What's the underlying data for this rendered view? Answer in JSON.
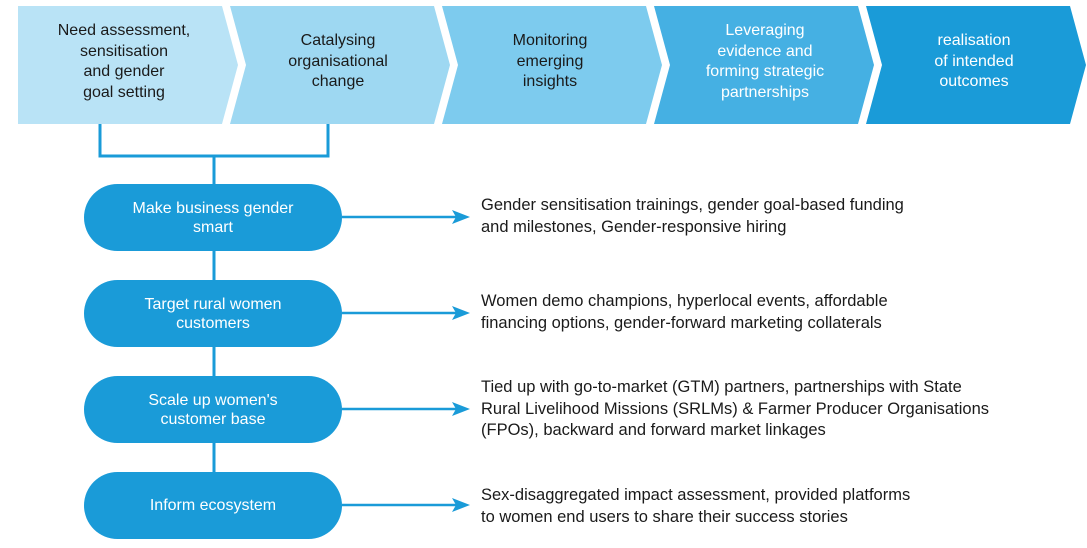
{
  "colors": {
    "stage_fills": [
      "#b9e3f6",
      "#9ed8f2",
      "#7dcbee",
      "#45b0e3",
      "#1a9bd8"
    ],
    "stage_text": [
      "#1a1a1a",
      "#1a1a1a",
      "#1a1a1a",
      "#ffffff",
      "#ffffff"
    ],
    "pill_fill": "#1a9bd8",
    "connector": "#1a9bd8"
  },
  "stages": [
    {
      "label": "Need assessment,\nsensitisation\nand gender\ngoal setting"
    },
    {
      "label": "Catalysing\norganisational\nchange"
    },
    {
      "label": "Monitoring\nemerging\ninsights"
    },
    {
      "label": "Leveraging\nevidence and\nforming strategic\npartnerships"
    },
    {
      "label": "realisation\nof intended\noutcomes"
    }
  ],
  "actions": [
    {
      "label": "Make business gender\nsmart",
      "description": "Gender sensitisation trainings, gender goal-based funding\nand milestones, Gender-responsive hiring"
    },
    {
      "label": "Target rural women\ncustomers",
      "description": "Women demo champions, hyperlocal events, affordable\nfinancing options, gender-forward marketing collaterals"
    },
    {
      "label": "Scale up women's\ncustomer base",
      "description": "Tied up with go-to-market (GTM) partners, partnerships with State\nRural Livelihood Missions (SRLMs) & Farmer Producer Organisations\n(FPOs), backward and forward market linkages"
    },
    {
      "label": "Inform ecosystem",
      "description": "Sex-disaggregated impact assessment, provided platforms\nto women end users to share their success stories"
    }
  ]
}
